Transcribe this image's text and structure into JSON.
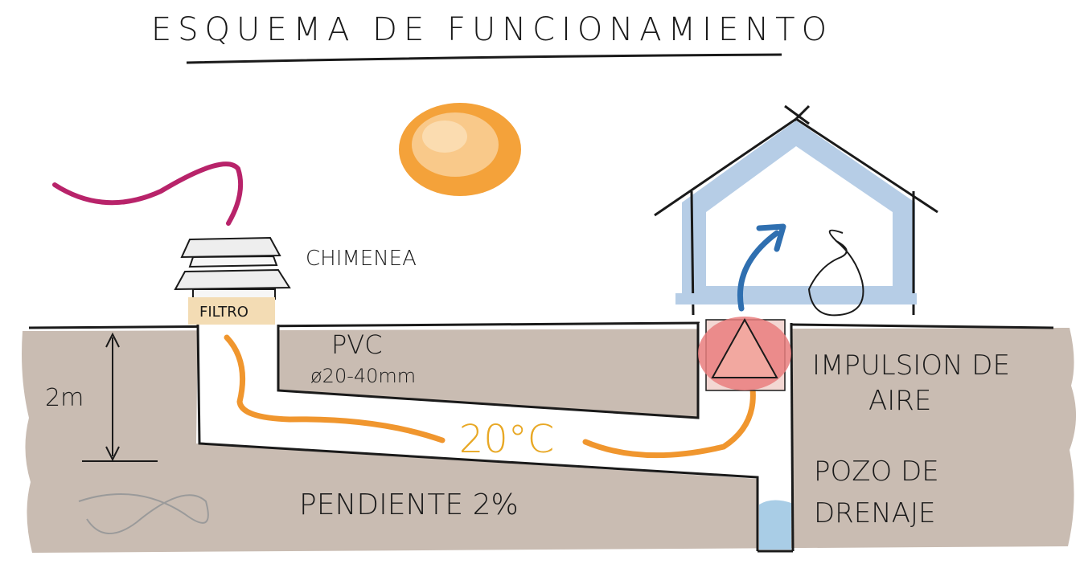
{
  "title": "ESQUEMA DE FUNCIONAMIENTO",
  "labels": {
    "chimney": "CHIMENEA",
    "filter": "FILTRO",
    "pipe": "PVC",
    "pipe_diameter": "ø20-40mm",
    "depth": "2m",
    "temperature": "20°C",
    "slope": "PENDIENTE 2%",
    "air_impulse_1": "IMPULSION DE",
    "air_impulse_2": "AIRE",
    "drain_1": "POZO DE",
    "drain_2": "DRENAJE"
  },
  "colors": {
    "ground": "#c9bcb2",
    "sun": "#f4a23a",
    "sun_light": "#f9c98a",
    "smoke": "#b8236a",
    "heat_flow": "#f0962e",
    "temperature_text": "#e8a825",
    "house_wall": "#b6cde6",
    "air_arrow": "#2f6fb0",
    "fan": "#e97e7e",
    "water": "#a9cde6",
    "ink": "#1a1a1a"
  }
}
